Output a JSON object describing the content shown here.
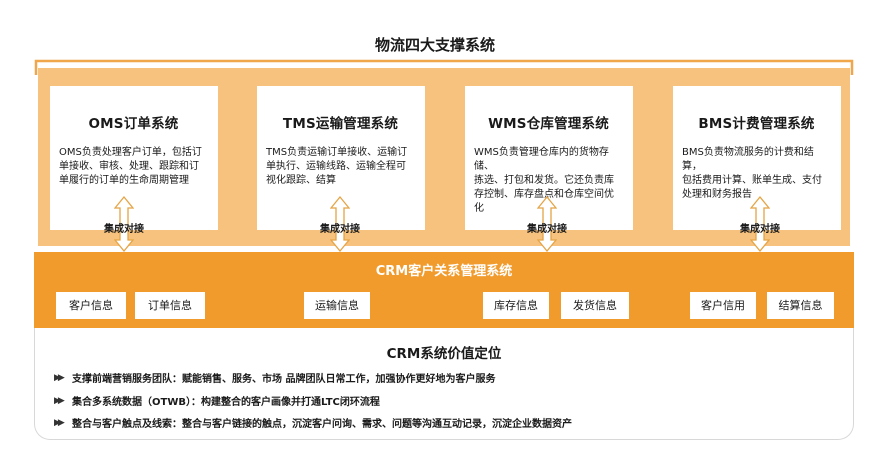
{
  "title": "物流四大支撑系统",
  "systems": [
    {
      "name": "OMS订单系统",
      "desc_lines": [
        "OMS负责处理客户订单，包括订",
        "单接收、审核、处理、跟踪和订",
        "单履行的订单的生命周期管理"
      ]
    },
    {
      "name": "TMS运输管理系统",
      "desc_lines": [
        "TMS负责运输订单接收、运输订",
        "单执行、运输线路、运输全程可",
        "视化跟踪、结算"
      ]
    },
    {
      "name": "WMS仓库管理系统",
      "desc_lines": [
        "WMS负责管理仓库内的货物存储、",
        "拣选、打包和发货。它还负责库",
        "存控制、库存盘点和仓库空间优",
        "化"
      ]
    },
    {
      "name": "BMS计费管理系统",
      "desc_lines": [
        "BMS负责物流服务的计费和结算，",
        "包括费用计算、账单生成、支付",
        "处理和财务报告"
      ]
    }
  ],
  "integration_label": "集成对接",
  "crm": {
    "title": "CRM客户关系管理系统",
    "tags": [
      "客户信息",
      "订单信息",
      "运输信息",
      "库存信息",
      "发货信息",
      "客户信用",
      "结算信息"
    ]
  },
  "value": {
    "title": "CRM系统价值定位",
    "points": [
      "支撑前端营销服务团队：赋能销售、服务、市场 品牌团队日常工作，加强协作更好地为客户服务",
      "集合多系统数据（OTWB）：构建整合的客户画像并打通LTC闭环流程",
      "整合与客户触点及线索：整合与客户链接的触点，沉淀客户问询、需求、问题等沟通互动记录，沉淀企业数据资产"
    ]
  },
  "colors": {
    "band_light": "#f6c27d",
    "band_dark": "#f19b2c",
    "arrow_stroke": "#e5a445"
  }
}
